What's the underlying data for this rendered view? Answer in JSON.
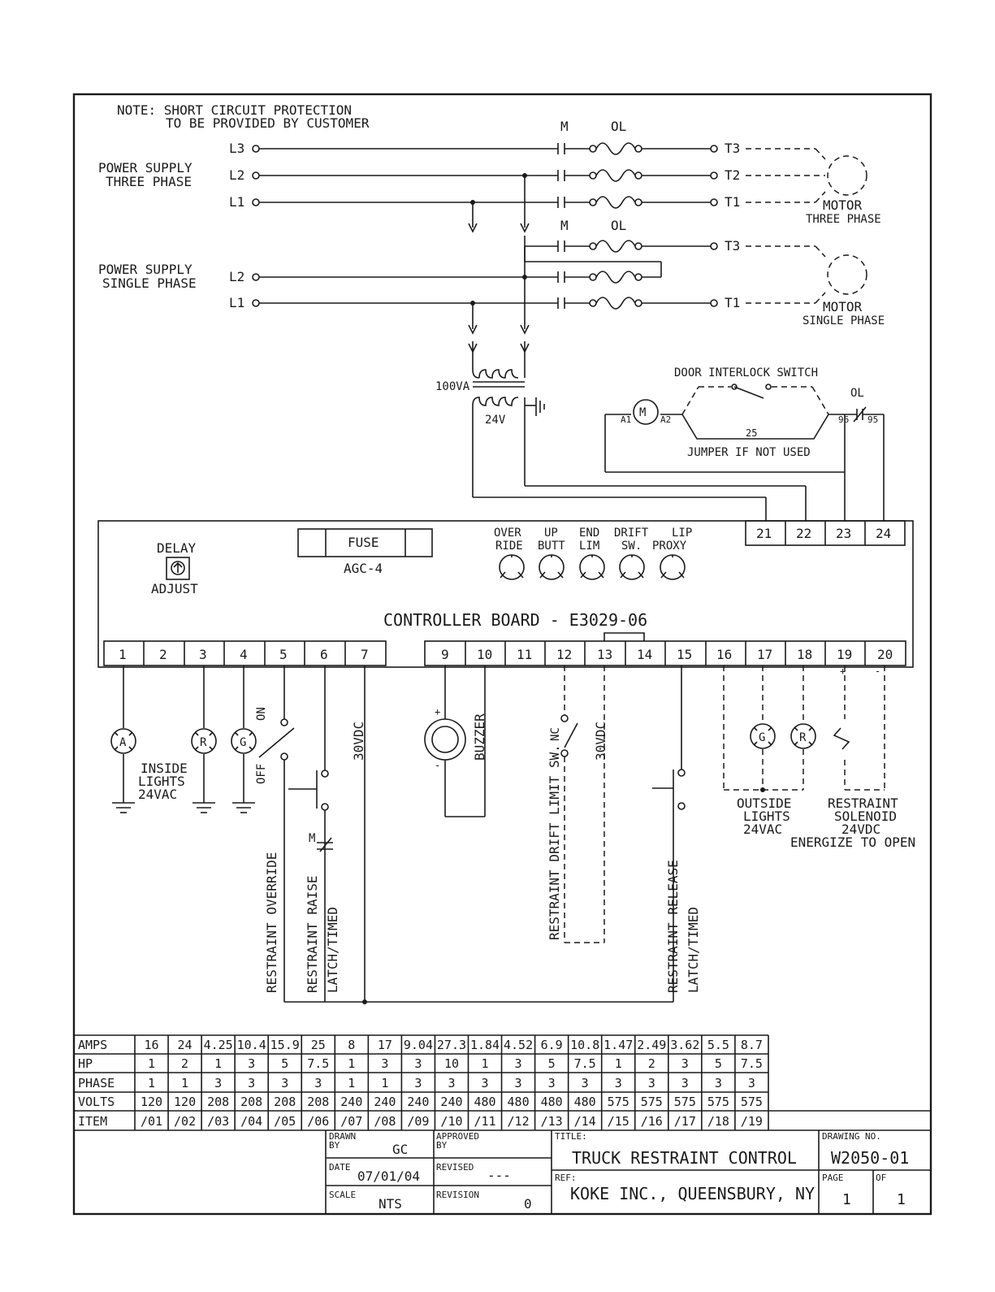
{
  "note": {
    "line1": "NOTE: SHORT CIRCUIT PROTECTION",
    "line2": "TO BE PROVIDED BY CUSTOMER"
  },
  "power": {
    "three_phase": {
      "label1": "POWER SUPPLY",
      "label2": "THREE PHASE",
      "lines": [
        "L3",
        "L2",
        "L1"
      ],
      "terminals": [
        "T3",
        "T2",
        "T1"
      ]
    },
    "single_phase": {
      "label1": "POWER SUPPLY",
      "label2": "SINGLE PHASE",
      "lines": [
        "L2",
        "L1"
      ],
      "terminals": [
        "T3",
        "T1"
      ]
    },
    "contactor_label": "M",
    "overload_label": "OL"
  },
  "motors": {
    "three": {
      "label1": "MOTOR",
      "label2": "THREE PHASE"
    },
    "single": {
      "label1": "MOTOR",
      "label2": "SINGLE PHASE"
    }
  },
  "transformer": {
    "rating": "100VA",
    "secondary": "24V"
  },
  "door": {
    "switch_label": "DOOR INTERLOCK SWITCH",
    "ol_label": "OL",
    "coil": "M",
    "a1": "A1",
    "a2": "A2",
    "t96": "96",
    "t95": "95",
    "jumper_num": "25",
    "jumper_label": "JUMPER IF NOT USED"
  },
  "board": {
    "title": "CONTROLLER BOARD - E3029-06",
    "delay1": "DELAY",
    "delay2": "ADJUST",
    "fuse": "FUSE",
    "fuse_type": "AGC-4",
    "leds": [
      {
        "l1": "OVER",
        "l2": "RIDE"
      },
      {
        "l1": "UP",
        "l2": "BUTT"
      },
      {
        "l1": "END",
        "l2": "LIM"
      },
      {
        "l1": "DRIFT",
        "l2": "SW."
      },
      {
        "l1": "LIP",
        "l2": "PROXY"
      }
    ],
    "top_terminals": [
      "21",
      "22",
      "23",
      "24"
    ],
    "bottom_terminals": [
      "1",
      "2",
      "3",
      "4",
      "5",
      "6",
      "7",
      "9",
      "10",
      "11",
      "12",
      "13",
      "14",
      "15",
      "16",
      "17",
      "18",
      "19",
      "20"
    ]
  },
  "field": {
    "lamp_a": "A",
    "lamp_r": "R",
    "lamp_g": "G",
    "inside1": "INSIDE",
    "inside2": "LIGHTS",
    "inside3": "24VAC",
    "on": "ON",
    "off": "OFF",
    "override": "RESTRAINT OVERRIDE",
    "raise": "RESTRAINT RAISE",
    "latch1": "LATCH/TIMED",
    "m_contact": "M",
    "v30a": "30VDC",
    "buzzer": "BUZZER",
    "plus": "+",
    "minus": "-",
    "nc": "NC",
    "drift": "RESTRAINT DRIFT LIMIT SW.",
    "v30b": "30VDC",
    "release": "RESTRAINT RELEASE",
    "latch2": "LATCH/TIMED",
    "out_g": "G",
    "out_r": "R",
    "outside1": "OUTSIDE",
    "outside2": "LIGHTS",
    "outside3": "24VAC",
    "sol1": "RESTRAINT",
    "sol2": "SOLENOID",
    "sol3": "24VDC",
    "sol4": "ENERGIZE TO OPEN"
  },
  "table": {
    "rows": [
      "AMPS",
      "HP",
      "PHASE",
      "VOLTS",
      "ITEM"
    ],
    "amps": [
      "16",
      "24",
      "4.25",
      "10.4",
      "15.9",
      "25",
      "8",
      "17",
      "9.04",
      "27.3",
      "1.84",
      "4.52",
      "6.9",
      "10.8",
      "1.47",
      "2.49",
      "3.62",
      "5.5",
      "8.7"
    ],
    "hp": [
      "1",
      "2",
      "1",
      "3",
      "5",
      "7.5",
      "1",
      "3",
      "3",
      "10",
      "1",
      "3",
      "5",
      "7.5",
      "1",
      "2",
      "3",
      "5",
      "7.5"
    ],
    "phase": [
      "1",
      "1",
      "3",
      "3",
      "3",
      "3",
      "1",
      "1",
      "3",
      "3",
      "3",
      "3",
      "3",
      "3",
      "3",
      "3",
      "3",
      "3",
      "3"
    ],
    "volts": [
      "120",
      "120",
      "208",
      "208",
      "208",
      "208",
      "240",
      "240",
      "240",
      "240",
      "480",
      "480",
      "480",
      "480",
      "575",
      "575",
      "575",
      "575",
      "575"
    ],
    "item": [
      "/01",
      "/02",
      "/03",
      "/04",
      "/05",
      "/06",
      "/07",
      "/08",
      "/09",
      "/10",
      "/11",
      "/12",
      "/13",
      "/14",
      "/15",
      "/16",
      "/17",
      "/18",
      "/19"
    ]
  },
  "title_block": {
    "drawn_by_label1": "DRAWN",
    "drawn_by_label2": "BY",
    "drawn_by": "GC",
    "approved_label1": "APPROVED",
    "approved_label2": "BY",
    "date_label": "DATE",
    "date": "07/01/04",
    "revised_label": "REVISED",
    "revised": "---",
    "scale_label": "SCALE",
    "scale": "NTS",
    "revision_label": "REVISION",
    "revision": "0",
    "title_label": "TITLE:",
    "title": "TRUCK RESTRAINT CONTROL",
    "ref_label": "REF:",
    "ref": "KOKE INC., QUEENSBURY, NY",
    "drawing_no_label": "DRAWING NO.",
    "drawing_no": "W2050-01",
    "page_label": "PAGE",
    "page": "1",
    "of_label": "OF",
    "of": "1"
  }
}
